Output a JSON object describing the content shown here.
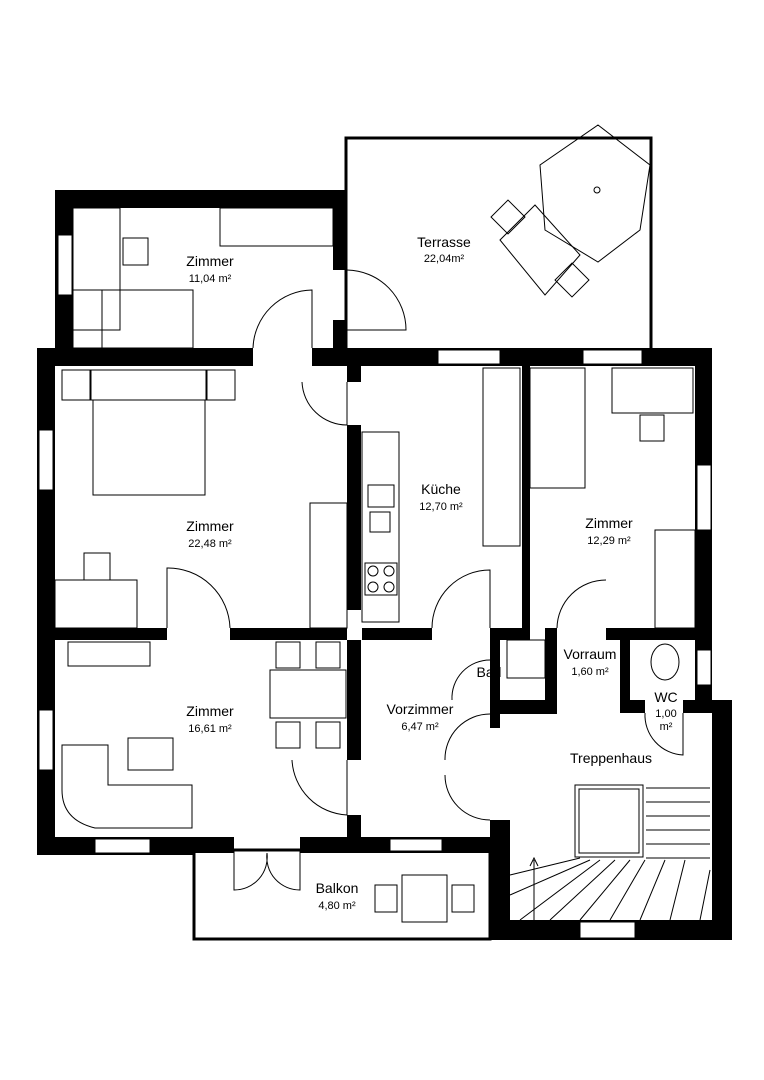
{
  "rooms": [
    {
      "id": "terrasse",
      "name": "Terrasse",
      "area": "22,04m²"
    },
    {
      "id": "zimmer-1",
      "name": "Zimmer",
      "area": "11,04 m²"
    },
    {
      "id": "zimmer-2",
      "name": "Zimmer",
      "area": "22,48 m²"
    },
    {
      "id": "kueche",
      "name": "Küche",
      "area": "12,70 m²"
    },
    {
      "id": "zimmer-3",
      "name": "Zimmer",
      "area": "12,29 m²"
    },
    {
      "id": "zimmer-4",
      "name": "Zimmer",
      "area": "16,61 m²"
    },
    {
      "id": "vorzimmer",
      "name": "Vorzimmer",
      "area": "6,47 m²"
    },
    {
      "id": "bad",
      "name": "Bad"
    },
    {
      "id": "vorraum",
      "name": "Vorraum",
      "area": "1,60 m²"
    },
    {
      "id": "wc",
      "name": "WC",
      "area_value": "1,00",
      "area_unit": "m²"
    },
    {
      "id": "treppenhaus",
      "name": "Treppenhaus"
    },
    {
      "id": "balkon",
      "name": "Balkon",
      "area": "4,80 m²"
    }
  ]
}
